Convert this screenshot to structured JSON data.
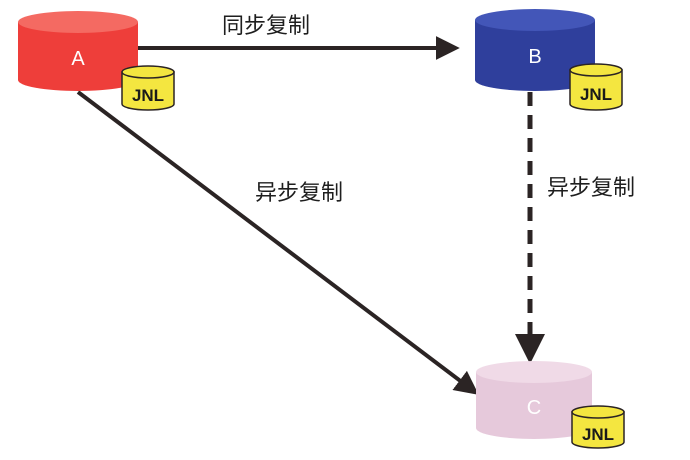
{
  "nodes": {
    "a": {
      "letter": "A",
      "color": "#ee3e3a",
      "top_color": "#f46a62",
      "jnl": "JNL"
    },
    "b": {
      "letter": "B",
      "color": "#2f3f9c",
      "top_color": "#4356b8",
      "jnl": "JNL"
    },
    "c": {
      "letter": "C",
      "color": "#e6c9db",
      "top_color": "#f0dae7",
      "jnl": "JNL"
    }
  },
  "edges": {
    "a_to_b": {
      "label": "同步复制",
      "style": "solid"
    },
    "a_to_c": {
      "label": "异步复制",
      "style": "solid"
    },
    "b_to_c": {
      "label": "异步复制",
      "style": "dashed"
    }
  },
  "colors": {
    "arrow": "#2b2424",
    "jnl_fill": "#f4e640",
    "jnl_stroke": "#2b2424"
  }
}
